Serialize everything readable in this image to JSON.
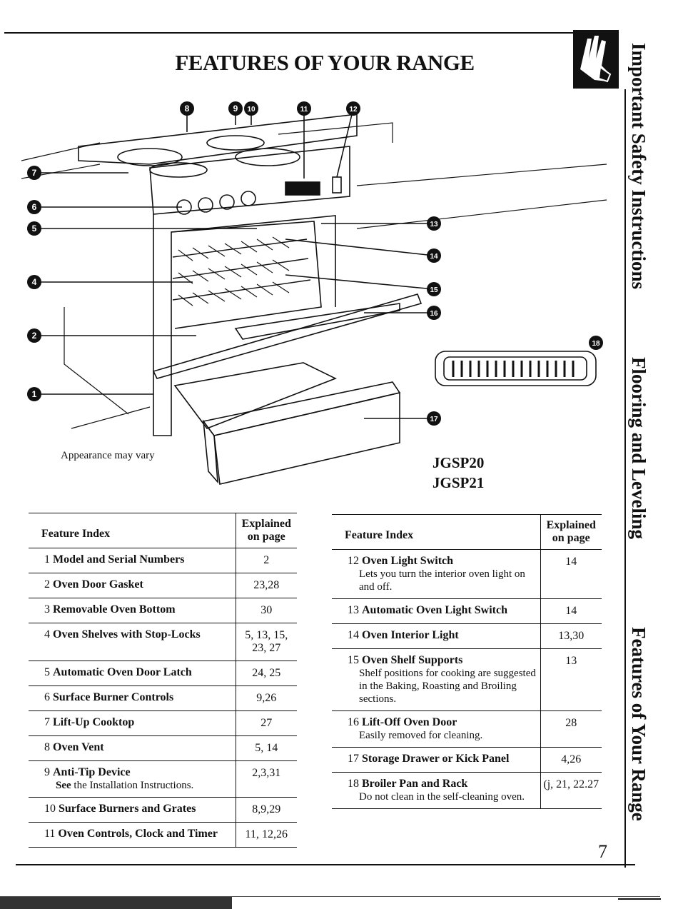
{
  "title": "FEATURES OF YOUR RANGE",
  "side_tabs": [
    "Important Safety Instructions",
    "Flooring and Leveling",
    "Features of Your Range"
  ],
  "illustration": {
    "callouts": [
      "1",
      "2",
      "4",
      "5",
      "6",
      "7",
      "8",
      "9",
      "10",
      "11",
      "12",
      "13",
      "14",
      "15",
      "16",
      "17",
      "18"
    ],
    "caption": "Appearance may vary",
    "models": [
      "JGSP20",
      "JGSP21"
    ]
  },
  "table_headers": {
    "feature": "Feature Index",
    "page_line1": "Explained",
    "page_line2": "on page"
  },
  "left_table": [
    {
      "num": "1",
      "name": "Model and Serial Numbers",
      "desc": "",
      "pages": "2"
    },
    {
      "num": "2",
      "name": "Oven Door Gasket",
      "desc": "",
      "pages": "23,28"
    },
    {
      "num": "3",
      "name": "Removable Oven Bottom",
      "desc": "",
      "pages": "30"
    },
    {
      "num": "4",
      "name": "Oven Shelves with Stop-Locks",
      "desc": "",
      "pages": "5, 13, 15, 23, 27"
    },
    {
      "num": "5",
      "name": "Automatic Oven Door Latch",
      "desc": "",
      "pages": "24, 25"
    },
    {
      "num": "6",
      "name": "Surface Burner Controls",
      "desc": "",
      "pages": "9,26"
    },
    {
      "num": "7",
      "name": "Lift-Up Cooktop",
      "desc": "",
      "pages": "27"
    },
    {
      "num": "8",
      "name": "Oven Vent",
      "desc": "",
      "pages": "5, 14"
    },
    {
      "num": "9",
      "name": "Anti-Tip Device",
      "desc_bold": "See",
      "desc": "the Installation Instructions.",
      "pages": "2,3,31"
    },
    {
      "num": "10",
      "name": "Surface Burners and Grates",
      "desc": "",
      "pages": "8,9,29"
    },
    {
      "num": "11",
      "name": "Oven Controls, Clock and Timer",
      "desc": "",
      "pages": "11, 12,26"
    }
  ],
  "right_table": [
    {
      "num": "12",
      "name": "Oven Light Switch",
      "desc": "Lets you turn the interior oven light on and off.",
      "pages": "14"
    },
    {
      "num": "13",
      "name": "Automatic Oven Light Switch",
      "desc": "",
      "pages": "14"
    },
    {
      "num": "14",
      "name": "Oven Interior Light",
      "desc": "",
      "pages": "13,30"
    },
    {
      "num": "15",
      "name": "Oven Shelf Supports",
      "desc": "Shelf positions for cooking are suggested in the Baking, Roasting and Broiling sections.",
      "pages": "13"
    },
    {
      "num": "16",
      "name": "Lift-Off Oven Door",
      "desc": "Easily removed for cleaning.",
      "pages": "28"
    },
    {
      "num": "17",
      "name": "Storage Drawer or Kick Panel",
      "desc": "",
      "pages": "4,26"
    },
    {
      "num": "18",
      "name": "Broiler Pan and Rack",
      "desc": "Do not clean in the self-cleaning oven.",
      "pages": "(j, 21, 22.27"
    }
  ],
  "page_number": "7"
}
